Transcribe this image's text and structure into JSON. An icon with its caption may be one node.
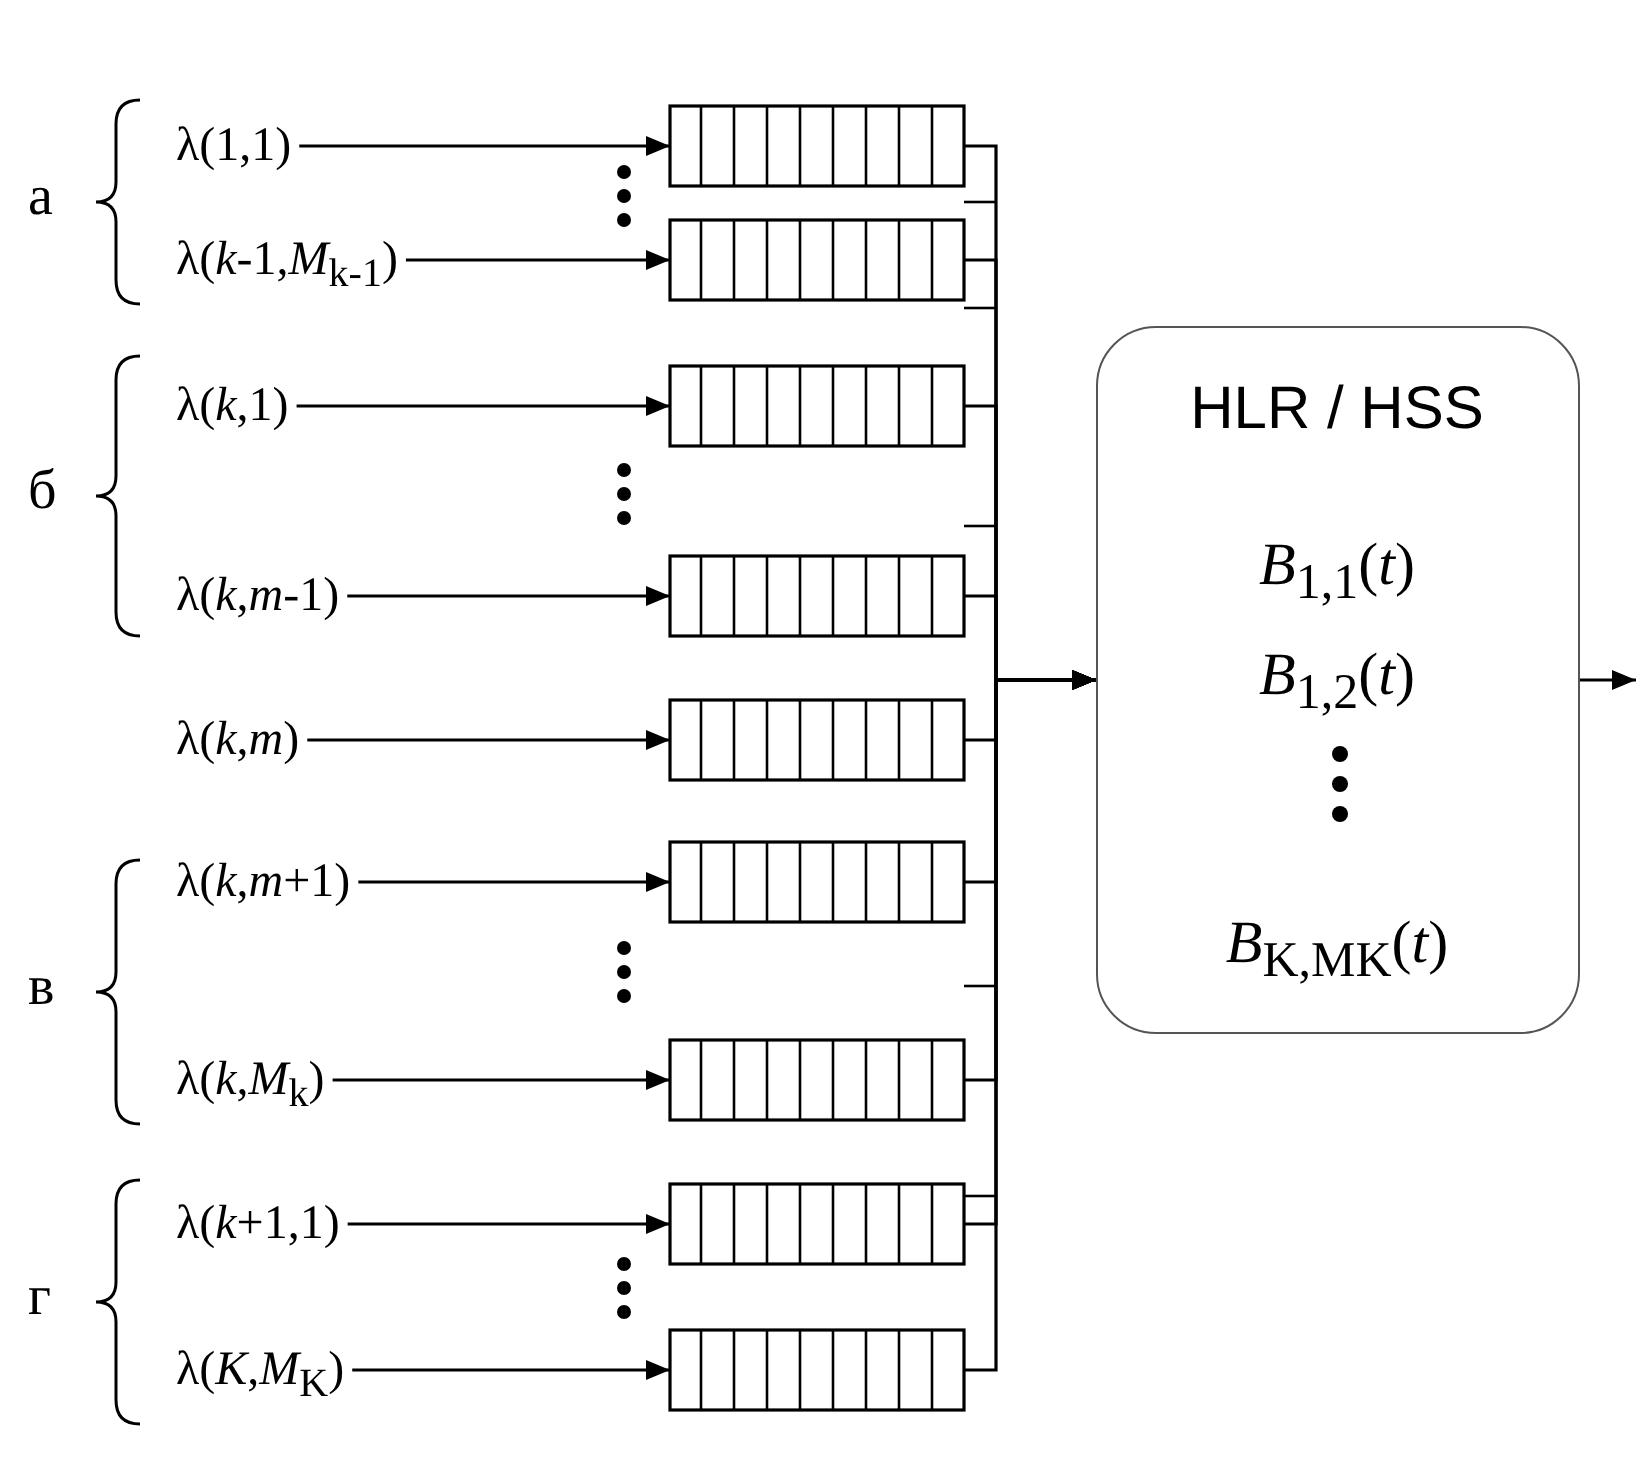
{
  "diagram": {
    "nodes": [
      {
        "text": [
          "λ(1,1)"
        ]
      },
      {
        "text": [
          "λ(*k*-1,*M*$_{k-1}$)"
        ]
      },
      {
        "text": [
          "λ(*k*,1)"
        ]
      },
      {
        "text": [
          "λ(*k*,*m*-1)"
        ]
      },
      {
        "text": [
          "λ(*k*,*m*)"
        ]
      },
      {
        "text": [
          "λ(*k*,*m*+1)"
        ]
      },
      {
        "text": [
          "λ(*k*,*M*$_{k}$)"
        ]
      },
      {
        "text": [
          "λ(*k*+1,1)"
        ]
      },
      {
        "text": [
          "λ(*K*,*M*$_{K}$)"
        ]
      },
      {
        "text": [],
        "shape": "box"
      },
      {
        "text": [],
        "shape": "box"
      },
      {
        "text": [],
        "shape": "box"
      },
      {
        "text": [],
        "shape": "box"
      },
      {
        "text": [],
        "shape": "box"
      },
      {
        "text": [],
        "shape": "box"
      },
      {
        "text": [],
        "shape": "box"
      },
      {
        "text": [],
        "shape": "box"
      },
      {
        "text": [],
        "shape": "box"
      },
      {
        "text": [
          "HLR / HSS",
          "*B*$_{1,1}$(*t*)",
          "*B*$_{1,2}$(*t*)",
          "*B*$_{K,M}$$_{K}$(*t*)"
        ]
      }
    ],
    "edges": [
      {
        "from": 0,
        "to": 9,
        "arrow": "to"
      },
      {
        "from": 1,
        "to": 10,
        "arrow": "to"
      },
      {
        "from": 2,
        "to": 11,
        "arrow": "to"
      },
      {
        "from": 3,
        "to": 12,
        "arrow": "to"
      },
      {
        "from": 4,
        "to": 13,
        "arrow": "to"
      },
      {
        "from": 5,
        "to": 14,
        "arrow": "to"
      },
      {
        "from": 6,
        "to": 15,
        "arrow": "to"
      },
      {
        "from": 7,
        "to": 16,
        "arrow": "to"
      },
      {
        "from": 8,
        "to": 17,
        "arrow": "to"
      },
      {
        "from": 9,
        "to": 18,
        "arrow": "to"
      },
      {
        "from": 10,
        "to": 18,
        "arrow": "to"
      },
      {
        "from": 11,
        "to": 18,
        "arrow": "to"
      },
      {
        "from": 12,
        "to": 18,
        "arrow": "to"
      },
      {
        "from": 13,
        "to": 18,
        "arrow": "to"
      },
      {
        "from": 14,
        "to": 18,
        "arrow": "to"
      },
      {
        "from": 15,
        "to": 18,
        "arrow": "to"
      },
      {
        "from": 16,
        "to": 18,
        "arrow": "to"
      },
      {
        "from": 17,
        "to": 18,
        "arrow": "to"
      },
      {
        "from": 18,
        "to": null,
        "arrow": "to"
      }
    ],
    "labels": [
      "а",
      "б",
      "в",
      "г"
    ]
  }
}
